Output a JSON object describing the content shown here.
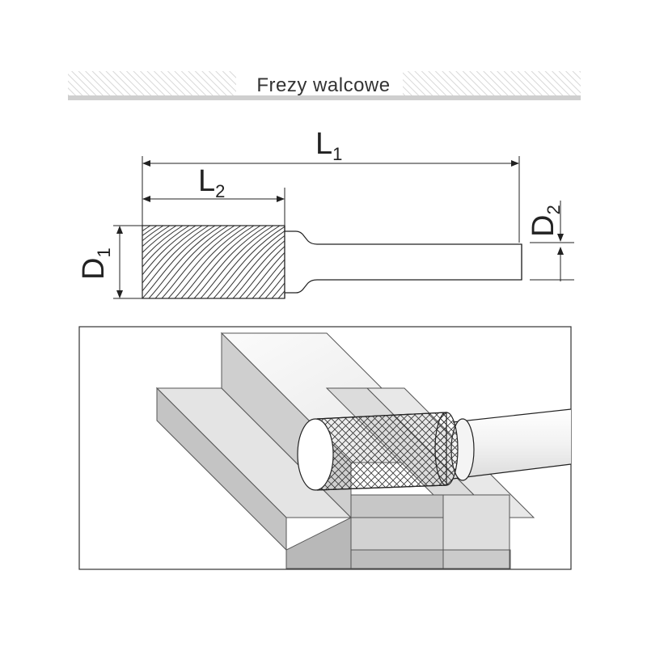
{
  "header": {
    "title": "Frezy walcowe"
  },
  "dimensions": {
    "L1": {
      "main": "L",
      "sub": "1"
    },
    "L2": {
      "main": "L",
      "sub": "2"
    },
    "D1": {
      "main": "D",
      "sub": "1"
    },
    "D2": {
      "main": "D",
      "sub": "2"
    }
  },
  "colors": {
    "line": "#222222",
    "header_band": "#d6d6d6",
    "block_light": "#e9e9e9",
    "block_mid": "#cfcfcf",
    "block_dark": "#b5b5b5",
    "frame_bg": "#f4f4f4"
  }
}
